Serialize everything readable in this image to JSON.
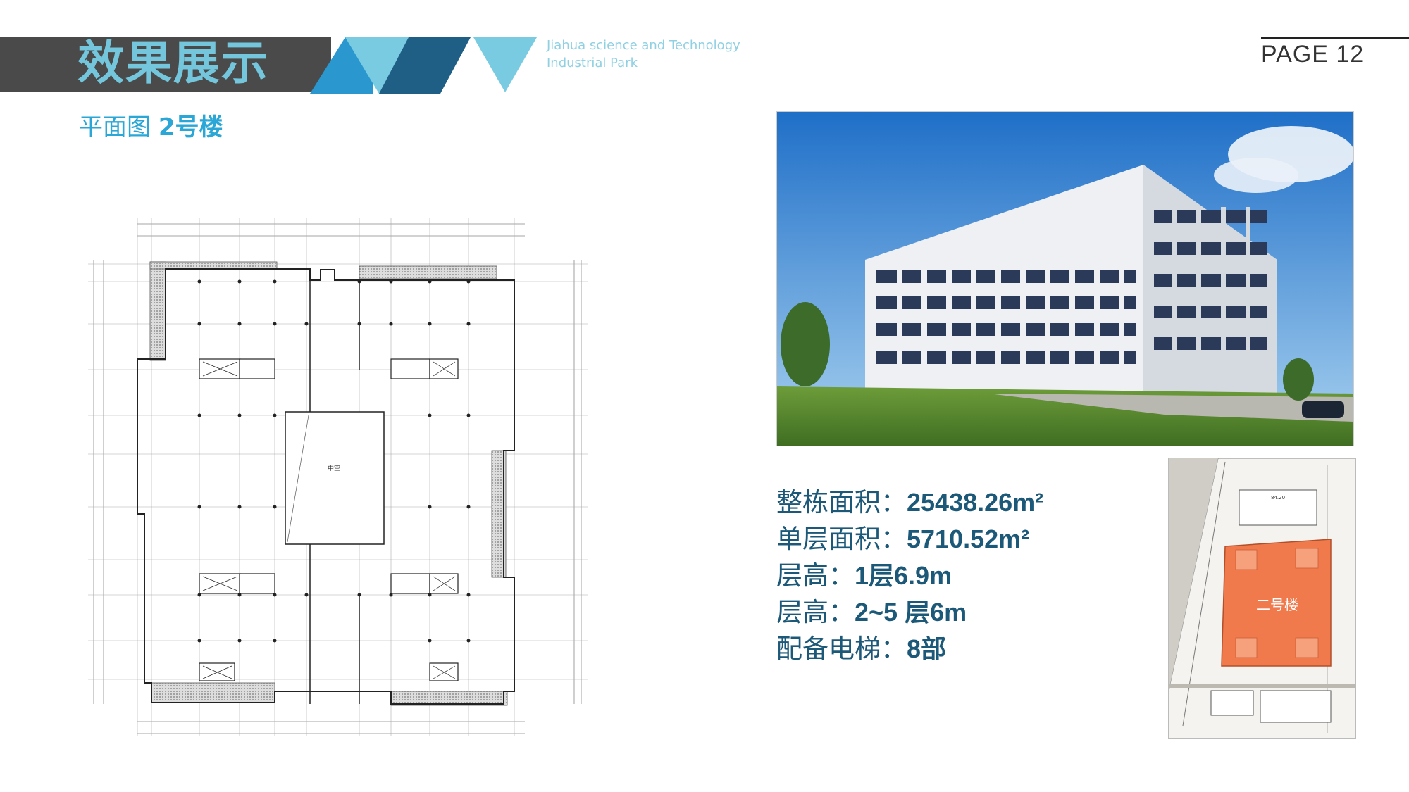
{
  "header": {
    "title": "效果展示",
    "subtitle_line1": "Jiahua science and Technology",
    "subtitle_line2": "Industrial Park",
    "page": "PAGE 12"
  },
  "section": {
    "title_prefix": "平面图",
    "title_building": "2号楼"
  },
  "floor_plan": {
    "center_label": "中空"
  },
  "site_plan": {
    "building_label": "二号楼",
    "top_block_label": "84.20"
  },
  "info": [
    {
      "label": "整栋面积：",
      "value": "25438.26m²"
    },
    {
      "label": "单层面积：",
      "value": "5710.52m²"
    },
    {
      "label": "层高：",
      "value": "1层6.9m"
    },
    {
      "label": "层高：",
      "value": "2~5 层6m"
    },
    {
      "label": "配备电梯：",
      "value": "8部"
    }
  ],
  "colors": {
    "header_bar": "#4a4a4a",
    "title": "#73c6dc",
    "accent_light": "#6ec8e0",
    "accent_mid": "#2b97cf",
    "accent_dark": "#1f5f86",
    "section_title": "#2aa7d6",
    "info_text": "#1c5878",
    "site_building": "#f07a4c"
  }
}
